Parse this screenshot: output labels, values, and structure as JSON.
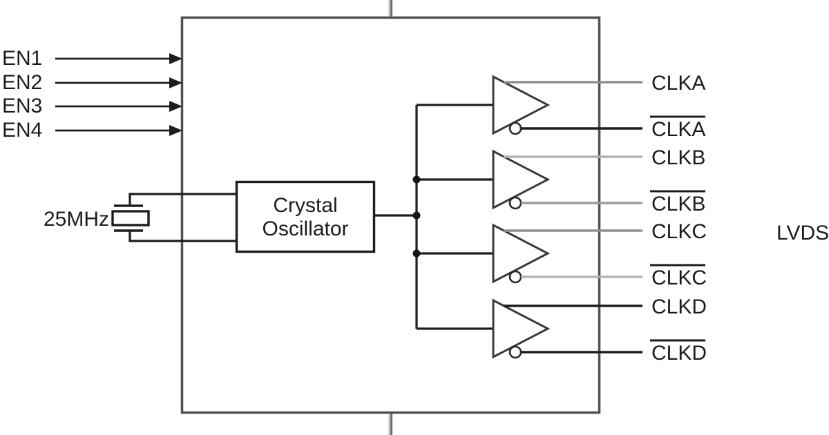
{
  "diagram": {
    "type": "block-diagram",
    "description": "Crystal oscillator clock fan-out buffer with four differential LVDS outputs",
    "enable_inputs": [
      {
        "label": "EN1"
      },
      {
        "label": "EN2"
      },
      {
        "label": "EN3"
      },
      {
        "label": "EN4"
      }
    ],
    "crystal": {
      "frequency_label": "25MHz"
    },
    "oscillator": {
      "label_line1": "Crystal",
      "label_line2": "Oscillator"
    },
    "outputs": [
      {
        "label": "CLKA",
        "inverted": false,
        "line_color": "#8f8f8f"
      },
      {
        "label": "CLKA",
        "inverted": true,
        "line_color": "#1d1d1d"
      },
      {
        "label": "CLKB",
        "inverted": false,
        "line_color": "#b2b2b2"
      },
      {
        "label": "CLKB",
        "inverted": true,
        "line_color": "#9b9b9b"
      },
      {
        "label": "CLKC",
        "inverted": false,
        "line_color": "#8f8f8f"
      },
      {
        "label": "CLKC",
        "inverted": true,
        "line_color": "#b2b2b2"
      },
      {
        "label": "CLKD",
        "inverted": false,
        "line_color": "#1d1d1d"
      },
      {
        "label": "CLKD",
        "inverted": true,
        "line_color": "#1d1d1d"
      }
    ],
    "interface_label": "LVDS",
    "colors": {
      "wire": "#1d1d1d",
      "chip_border": "#4f4f4f",
      "buffer_outline": "#3a3a3a",
      "stub_light": "#c9c9c9",
      "stub_dark": "#6f6f6f",
      "text": "#1c1c1c",
      "background": "#ffffff"
    }
  }
}
